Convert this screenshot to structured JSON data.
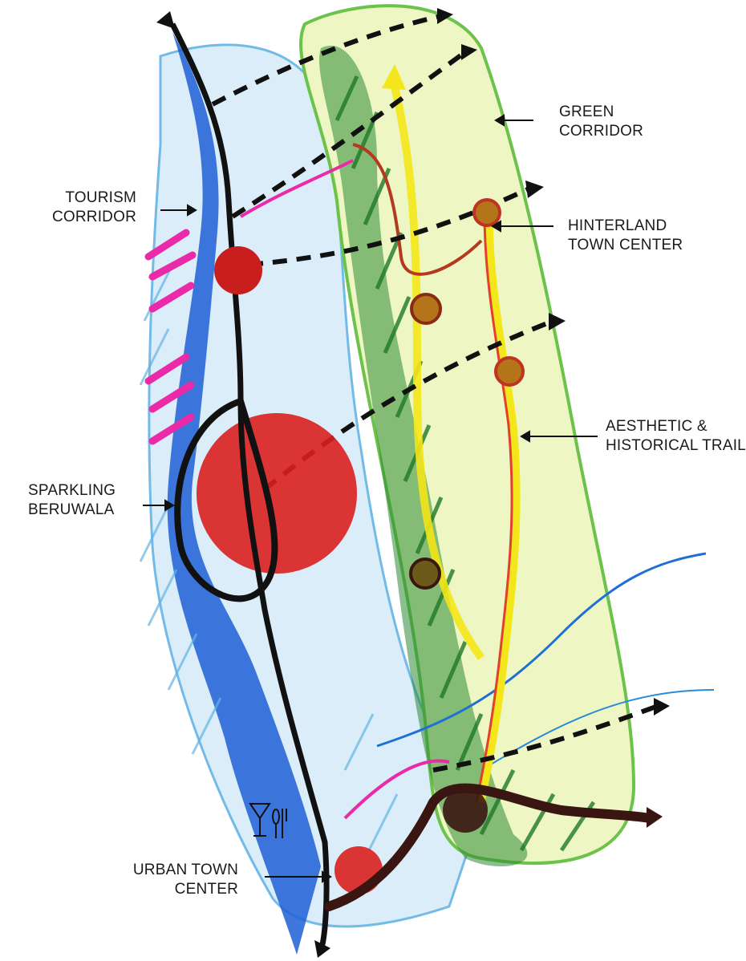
{
  "labels": {
    "green_corridor": [
      "GREEN",
      "CORRIDOR"
    ],
    "tourism_corridor": [
      "TOURISM",
      "CORRIDOR"
    ],
    "hinterland_town_center": [
      "HINTERLAND",
      "TOWN CENTER"
    ],
    "aesthetic_historical_trail": [
      "AESTHETIC &",
      "HISTORICAL TRAIL"
    ],
    "sparkling_beruwala": [
      "SPARKLING",
      "BERUWALA"
    ],
    "urban_town_center": [
      "URBAN TOWN",
      "CENTER"
    ]
  },
  "colors": {
    "coast_blue": "#1f5fd6",
    "light_blue_hatch": "#63b4e6",
    "green_outline": "#6cc24a",
    "dark_green_hatch": "#1f7a2a",
    "light_green_fill": "#e4f3a8",
    "yellow_trail": "#f3e61a",
    "red_node": "#d91f1f",
    "magenta_arrow": "#ea2aa8",
    "brown_road": "#3a1612",
    "ink": "#111111"
  },
  "icons": [
    "cocktail-glass-icon",
    "fork-knife-icon"
  ]
}
